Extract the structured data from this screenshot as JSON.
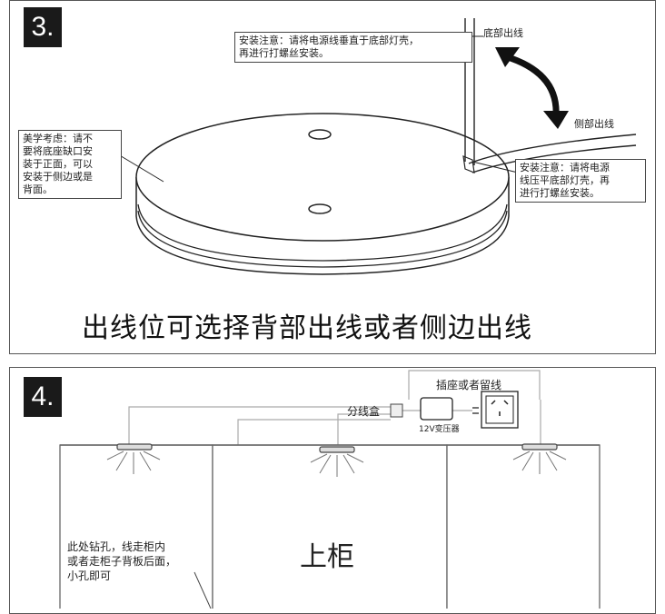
{
  "step3": {
    "badge": "3.",
    "note_top": "安装注意：请将电源线垂直于底部灯壳，\n再进行打螺丝安装。",
    "note_left": "美学考虑：请不\n要将底座缺口安\n装于正面，可以\n安装于侧边或是\n背面。",
    "note_right": "安装注意：请将电源\n线压平底部灯壳，再\n进行打螺丝安装。",
    "label_bottom_outlet": "底部出线",
    "label_side_outlet": "侧部出线",
    "caption": "出线位可选择背部出线或者侧边出线"
  },
  "step4": {
    "badge": "4.",
    "label_socket": "插座或者留线",
    "label_junction_box": "分线盒",
    "label_transformer": "12V变压器",
    "note_drill": "此处钻孔，线走柜内\n或者走柜子背板后面，\n小孔即可",
    "label_cabinet": "上柜"
  }
}
